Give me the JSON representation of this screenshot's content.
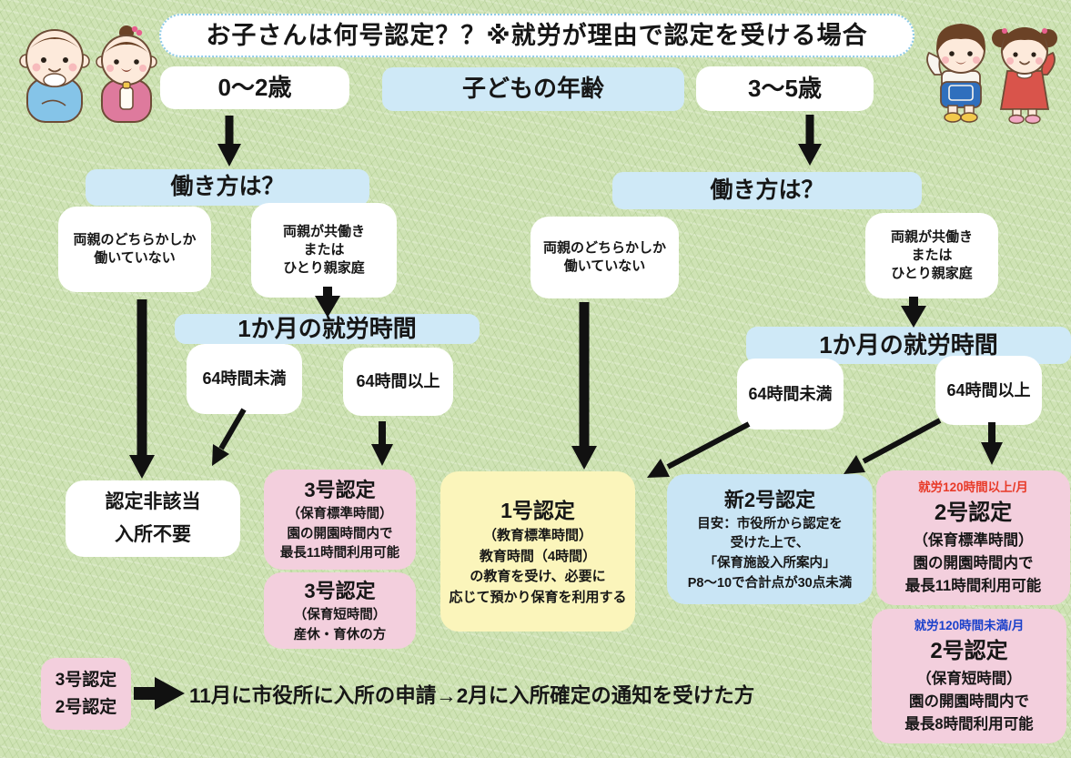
{
  "title": "お子さんは何号認定？？※就労が理由で認定を受ける場合",
  "age_header": {
    "age_0_2": "0〜2歳",
    "label": "子どもの年齢",
    "age_3_5": "3〜5歳"
  },
  "left": {
    "work_style": "働き方は？",
    "one_parent": {
      "lines": [
        "両親のどちらかしか",
        "働いていない"
      ]
    },
    "both_parents": {
      "lines": [
        "両親が共働き",
        "または",
        "ひとり親家庭"
      ]
    },
    "monthly_hours": "1か月の就労時間",
    "under_64": "64時間未満",
    "over_64": "64時間以上",
    "not_eligible": {
      "lines": [
        "認定非該当",
        "入所不要"
      ]
    },
    "no3_standard": {
      "title": "3号認定",
      "lines": [
        "（保育標準時間）",
        "園の開園時間内で",
        "最長11時間利用可能"
      ]
    },
    "no3_short": {
      "title": "3号認定",
      "lines": [
        "（保育短時間）",
        "産休・育休の方"
      ]
    }
  },
  "right": {
    "work_style": "働き方は？",
    "one_parent": {
      "lines": [
        "両親のどちらかしか",
        "働いていない"
      ]
    },
    "both_parents": {
      "lines": [
        "両親が共働き",
        "または",
        "ひとり親家庭"
      ]
    },
    "monthly_hours": "1か月の就労時間",
    "under_64": "64時間未満",
    "over_64": "64時間以上",
    "no1": {
      "title": "1号認定",
      "lines": [
        "（教育標準時間）",
        "教育時間（4時間）",
        "の教育を受け、必要に",
        "応じて預かり保育を利用する"
      ]
    },
    "shin_no2": {
      "title": "新2号認定",
      "lines": [
        "目安：市役所から認定を",
        "受けた上で、",
        "「保育施設入所案内」",
        "P8〜10で合計点が30点未満"
      ]
    },
    "no2_standard": {
      "tag": "就労120時間以上/月",
      "title": "2号認定",
      "lines": [
        "（保育標準時間）",
        "園の開園時間内で",
        "最長11時間利用可能"
      ]
    },
    "no2_short": {
      "tag": "就労120時間未満/月",
      "title": "2号認定",
      "lines": [
        "（保育短時間）",
        "園の開園時間内で",
        "最長8時間利用可能"
      ]
    }
  },
  "footer": {
    "box_lines": [
      "3号認定",
      "2号認定"
    ],
    "note": "11月に市役所に入所の申請→2月に入所確定の通知を受けた方"
  },
  "colors": {
    "background": "#cfe3b5",
    "blue_box": "#cfe9f7",
    "pink_box": "#f3cfdd",
    "yellow_box": "#fbf5bb",
    "shin2_box": "#c9e5f5",
    "tag_red": "#e83a28",
    "tag_blue": "#1b41cb",
    "arrow": "#111111"
  }
}
